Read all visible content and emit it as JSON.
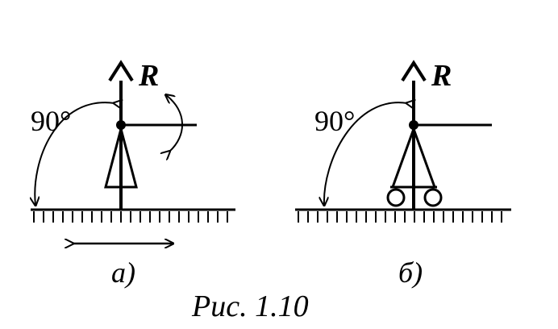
{
  "figure": {
    "caption": "Рис. 1.10",
    "panel_a": {
      "angle_label": "90°",
      "force_label": "R",
      "sub_label": "а)"
    },
    "panel_b": {
      "angle_label": "90°",
      "force_label": "R",
      "sub_label": "б)"
    }
  }
}
